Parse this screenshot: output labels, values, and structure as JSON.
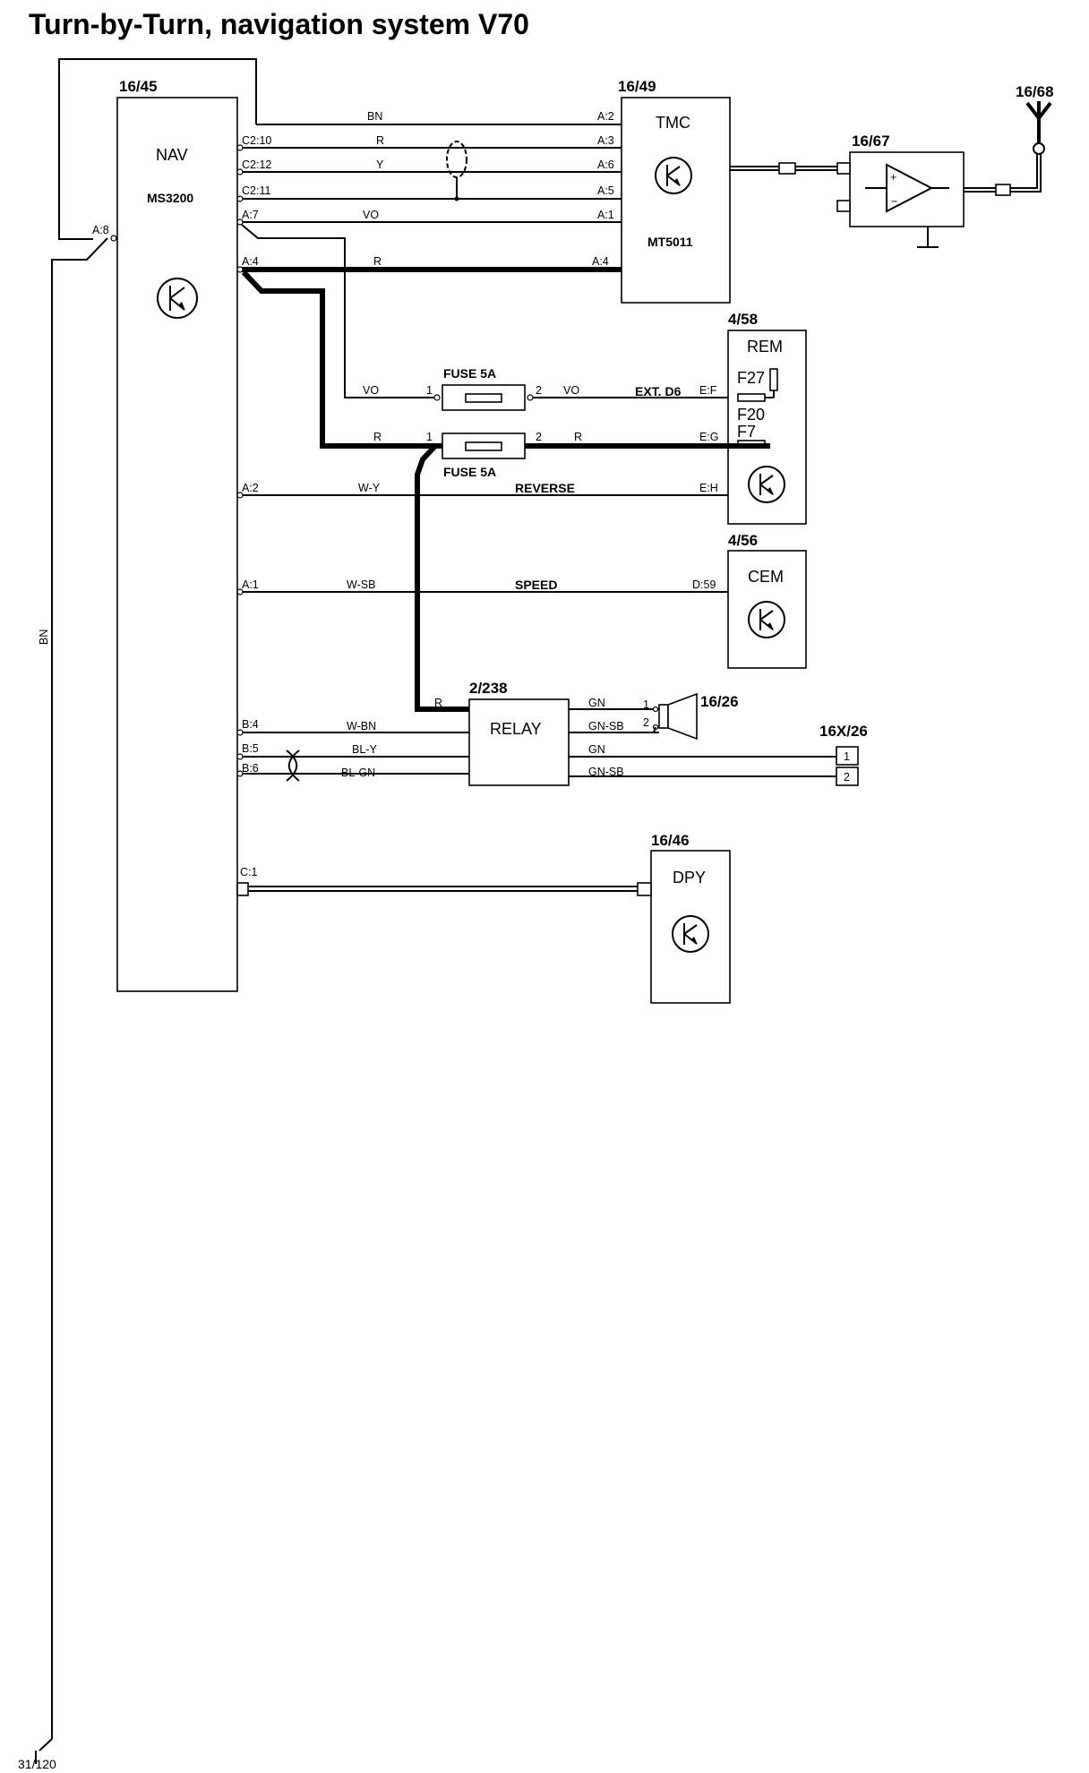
{
  "title": "Turn-by-Turn, navigation system V70",
  "components": {
    "nav": {
      "ref": "16/45",
      "name": "NAV",
      "model": "MS3200"
    },
    "tmc": {
      "ref": "16/49",
      "name": "TMC",
      "model": "MT5011"
    },
    "amplifier": {
      "ref": "16/67"
    },
    "antenna": {
      "ref": "16/68"
    },
    "rem": {
      "ref": "4/58",
      "name": "REM",
      "fuses": [
        "F27",
        "F20",
        "F7"
      ]
    },
    "cem": {
      "ref": "4/56",
      "name": "CEM"
    },
    "relay": {
      "ref": "2/238",
      "name": "RELAY"
    },
    "speaker": {
      "ref": "16/26"
    },
    "connector": {
      "ref": "16X/26",
      "pins": [
        "1",
        "2"
      ]
    },
    "dpy": {
      "ref": "16/46",
      "name": "DPY"
    },
    "ground": {
      "ref": "31/120"
    }
  },
  "fuses": {
    "upper": "FUSE 5A",
    "lower": "FUSE 5A",
    "pin1": "1",
    "pin2": "2"
  },
  "nav_pins": {
    "a8": "A:8",
    "c210": "C2:10",
    "c212": "C2:12",
    "c211": "C2:11",
    "a7": "A:7",
    "a4": "A:4",
    "a2": "A:2",
    "a1": "A:1",
    "b4": "B:4",
    "b5": "B:5",
    "b6": "B:6",
    "c1": "C:1"
  },
  "tmc_pins": {
    "a2": "A:2",
    "a3": "A:3",
    "a6": "A:6",
    "a5": "A:5",
    "a1": "A:1",
    "a4": "A:4"
  },
  "rem_pins": {
    "ef": "E:F",
    "eg": "E:G",
    "eh": "E:H"
  },
  "cem_pins": {
    "d59": "D:59"
  },
  "speaker_pins": {
    "p1": "1",
    "p2": "2"
  },
  "wire_colors": {
    "bn": "BN",
    "r": "R",
    "y": "Y",
    "vo": "VO",
    "wy": "W-Y",
    "wsb": "W-SB",
    "wbn": "W-BN",
    "bly": "BL-Y",
    "blgn": "BL-GN",
    "gn": "GN",
    "gnsb": "GN-SB"
  },
  "signals": {
    "ext_d6": "EXT. D6",
    "reverse": "REVERSE",
    "speed": "SPEED"
  }
}
